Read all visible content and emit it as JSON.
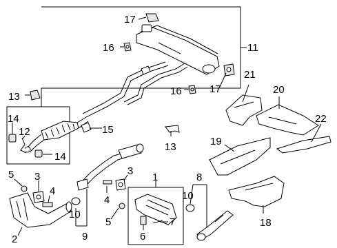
{
  "callouts": {
    "c1": "1",
    "c2": "2",
    "c3a": "3",
    "c3b": "3",
    "c4a": "4",
    "c4b": "4",
    "c5a": "5",
    "c5b": "5",
    "c6": "6",
    "c7": "7",
    "c8": "8",
    "c9": "9",
    "c10a": "10",
    "c10b": "10",
    "c11": "11",
    "c12": "12",
    "c13a": "13",
    "c13b": "13",
    "c14a": "14",
    "c14b": "14",
    "c15": "15",
    "c16a": "16",
    "c16b": "16",
    "c17a": "17",
    "c17b": "17",
    "c18": "18",
    "c19": "19",
    "c20": "20",
    "c21": "21",
    "c22": "22"
  }
}
